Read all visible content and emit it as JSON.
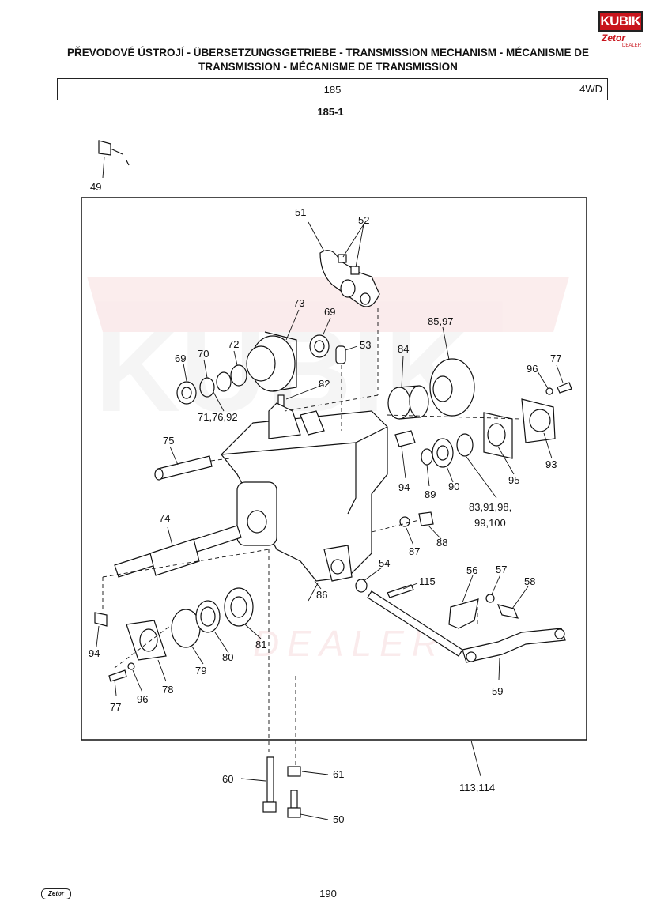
{
  "title": "PŘEVODOVÉ ÚSTROJÍ - ÜBERSETZUNGSGETRIEBE - TRANSMISSION MECHANISM - MÉCANISME DE TRANSMISSION - MÉCANISME DE TRANSMISSION",
  "header": {
    "group": "185",
    "variant": "4WD"
  },
  "figure_number": "185-1",
  "page_number": "190",
  "logo": {
    "brand": "KUBIK",
    "sub": "Zetor",
    "dealer": "DEALER"
  },
  "footer_logo": "Zetor",
  "watermark": {
    "top": "KUBIK",
    "bottom": "DEALER"
  },
  "callouts": [
    "49",
    "51",
    "52",
    "73",
    "69",
    "53",
    "85,97",
    "69",
    "70",
    "72",
    "84",
    "96",
    "77",
    "82",
    "71,76,92",
    "75",
    "94",
    "89",
    "90",
    "95",
    "93",
    "83,91,98,",
    "99,100",
    "74",
    "87",
    "88",
    "54",
    "115",
    "56",
    "57",
    "58",
    "86",
    "94",
    "81",
    "80",
    "79",
    "78",
    "96",
    "77",
    "59",
    "60",
    "61",
    "113,114",
    "50"
  ]
}
